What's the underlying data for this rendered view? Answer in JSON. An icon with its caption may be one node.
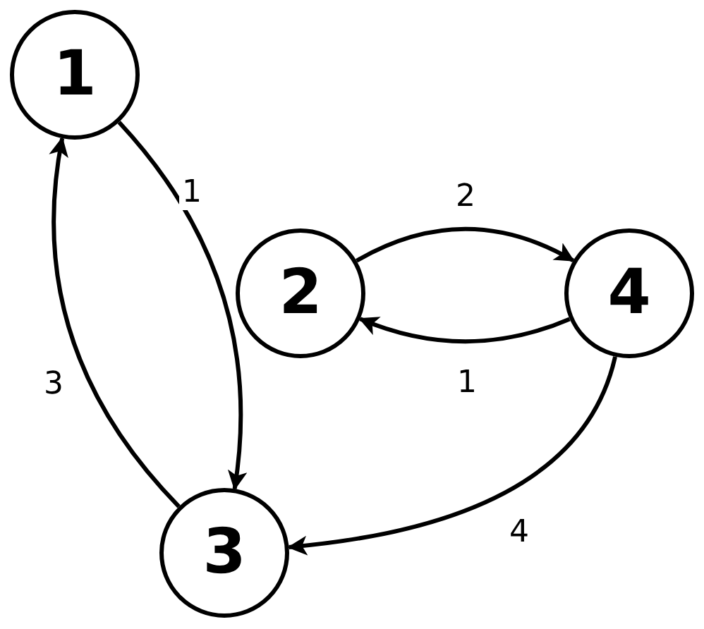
{
  "diagram": {
    "nodes": [
      {
        "text": [
          "1"
        ]
      },
      {
        "text": [
          "2"
        ]
      },
      {
        "text": [
          "3"
        ]
      },
      {
        "text": [
          "4"
        ]
      }
    ],
    "edges": [
      {
        "from": 0,
        "to": 2,
        "arrow": "to",
        "label": "1"
      },
      {
        "from": 2,
        "to": 0,
        "arrow": "to",
        "label": "3"
      },
      {
        "from": 1,
        "to": 3,
        "arrow": "to",
        "label": "2"
      },
      {
        "from": 3,
        "to": 1,
        "arrow": "to",
        "label": "1"
      },
      {
        "from": 3,
        "to": 2,
        "arrow": "to",
        "label": "4"
      }
    ]
  }
}
